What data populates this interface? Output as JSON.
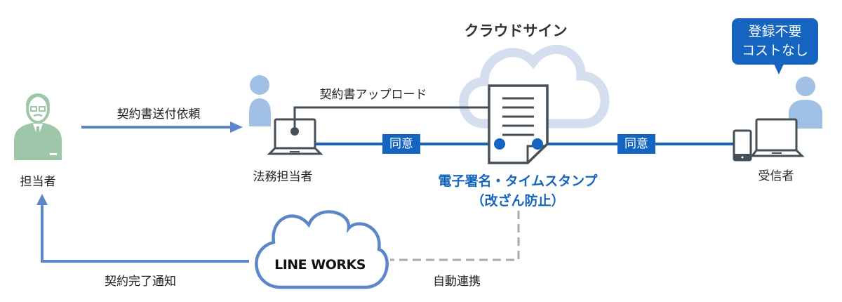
{
  "diagram": {
    "title": "クラウドサイン",
    "actors": {
      "requester": "担当者",
      "legal": "法務担当者",
      "recipient": "受信者"
    },
    "edges": {
      "request": "契約書送付依頼",
      "upload": "契約書アップロード",
      "agree_left": "同意",
      "agree_right": "同意",
      "notify": "契約完了通知",
      "auto_link": "自動連携"
    },
    "center_caption": {
      "line1": "電子署名・タイムスタンプ",
      "line2": "（改ざん防止）"
    },
    "callout": {
      "line1": "登録不要",
      "line2": "コストなし"
    },
    "service": "LINE WORKS",
    "colors": {
      "accent_blue": "#1565c0",
      "arrow_blue": "#5b87c9",
      "person_green": "#9dc7a8",
      "person_blue": "#a0c0e6",
      "cloud_light": "#d4deef",
      "dark_gray": "#444f58",
      "dash_gray": "#aaaaaa"
    }
  }
}
